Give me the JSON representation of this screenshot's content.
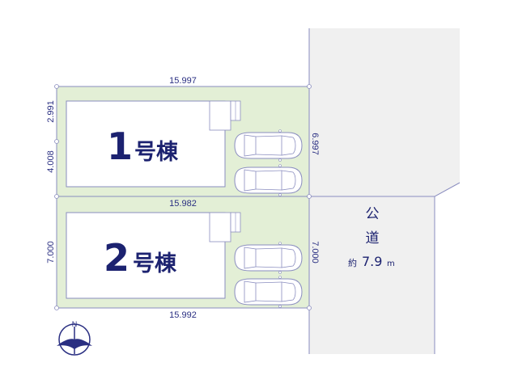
{
  "lots": [
    {
      "label_num": "1",
      "label_suffix": "号棟",
      "top_width": "15.997",
      "left_upper": "2.991",
      "left_lower": "4.008",
      "right": "6.997",
      "bottom_width": "15.982"
    },
    {
      "label_num": "2",
      "label_suffix": "号棟",
      "left": "7.000",
      "right": "7.000",
      "bottom_width": "15.992"
    }
  ],
  "road": {
    "line1": "公",
    "line2": "道",
    "approx": "約",
    "width_value": "7.9",
    "unit": "m"
  },
  "compass": {
    "label": "N"
  },
  "colors": {
    "lot_fill": "#e3efd6",
    "road_fill": "#f0f0f0",
    "line": "#8a8dbf",
    "text": "#1c2270"
  }
}
